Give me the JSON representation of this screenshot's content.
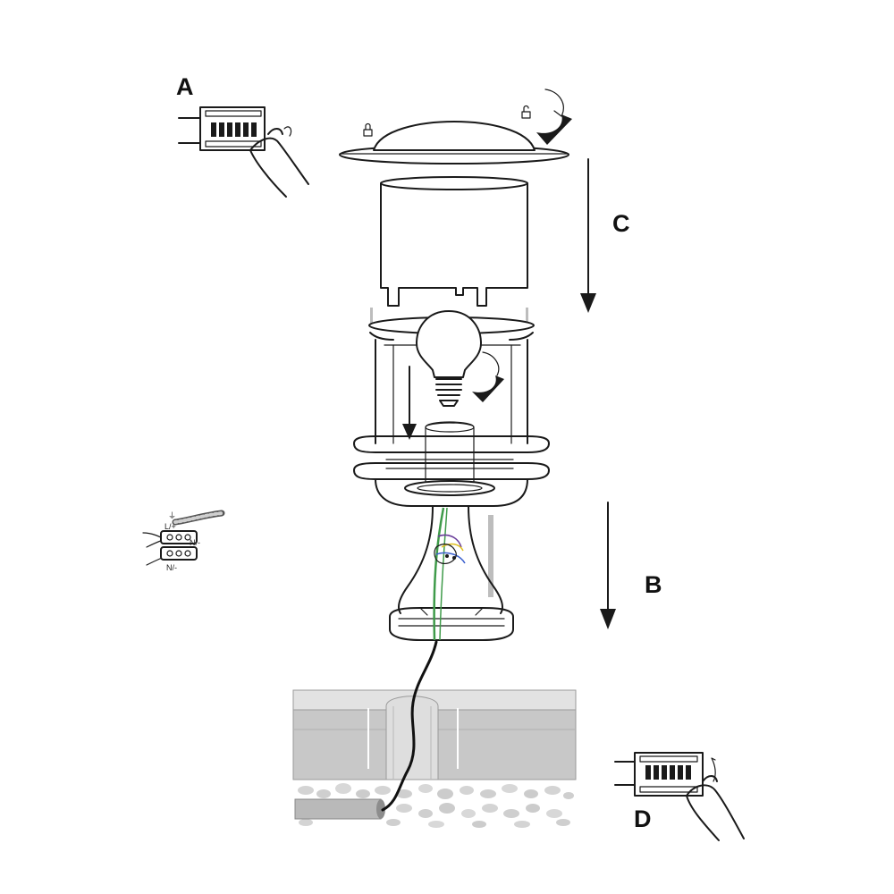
{
  "steps": {
    "a": "A",
    "b": "B",
    "c": "C",
    "d": "D"
  },
  "wiring": {
    "earth_symbol": "⏚",
    "live": "L/+",
    "neutral_1": "N/-",
    "neutral_2": "N/-"
  },
  "colors": {
    "line": "#1a1a1a",
    "ground_light": "#dcdcdc",
    "ground_dark": "#c4c4c4",
    "gravel": "#d8d8d8",
    "wire_green": "#3f9b4a",
    "wire_purple": "#6a3d9a",
    "wire_yellow": "#e0c020",
    "wire_blue": "#3a5fcd",
    "cable_red": "#c0392b"
  }
}
